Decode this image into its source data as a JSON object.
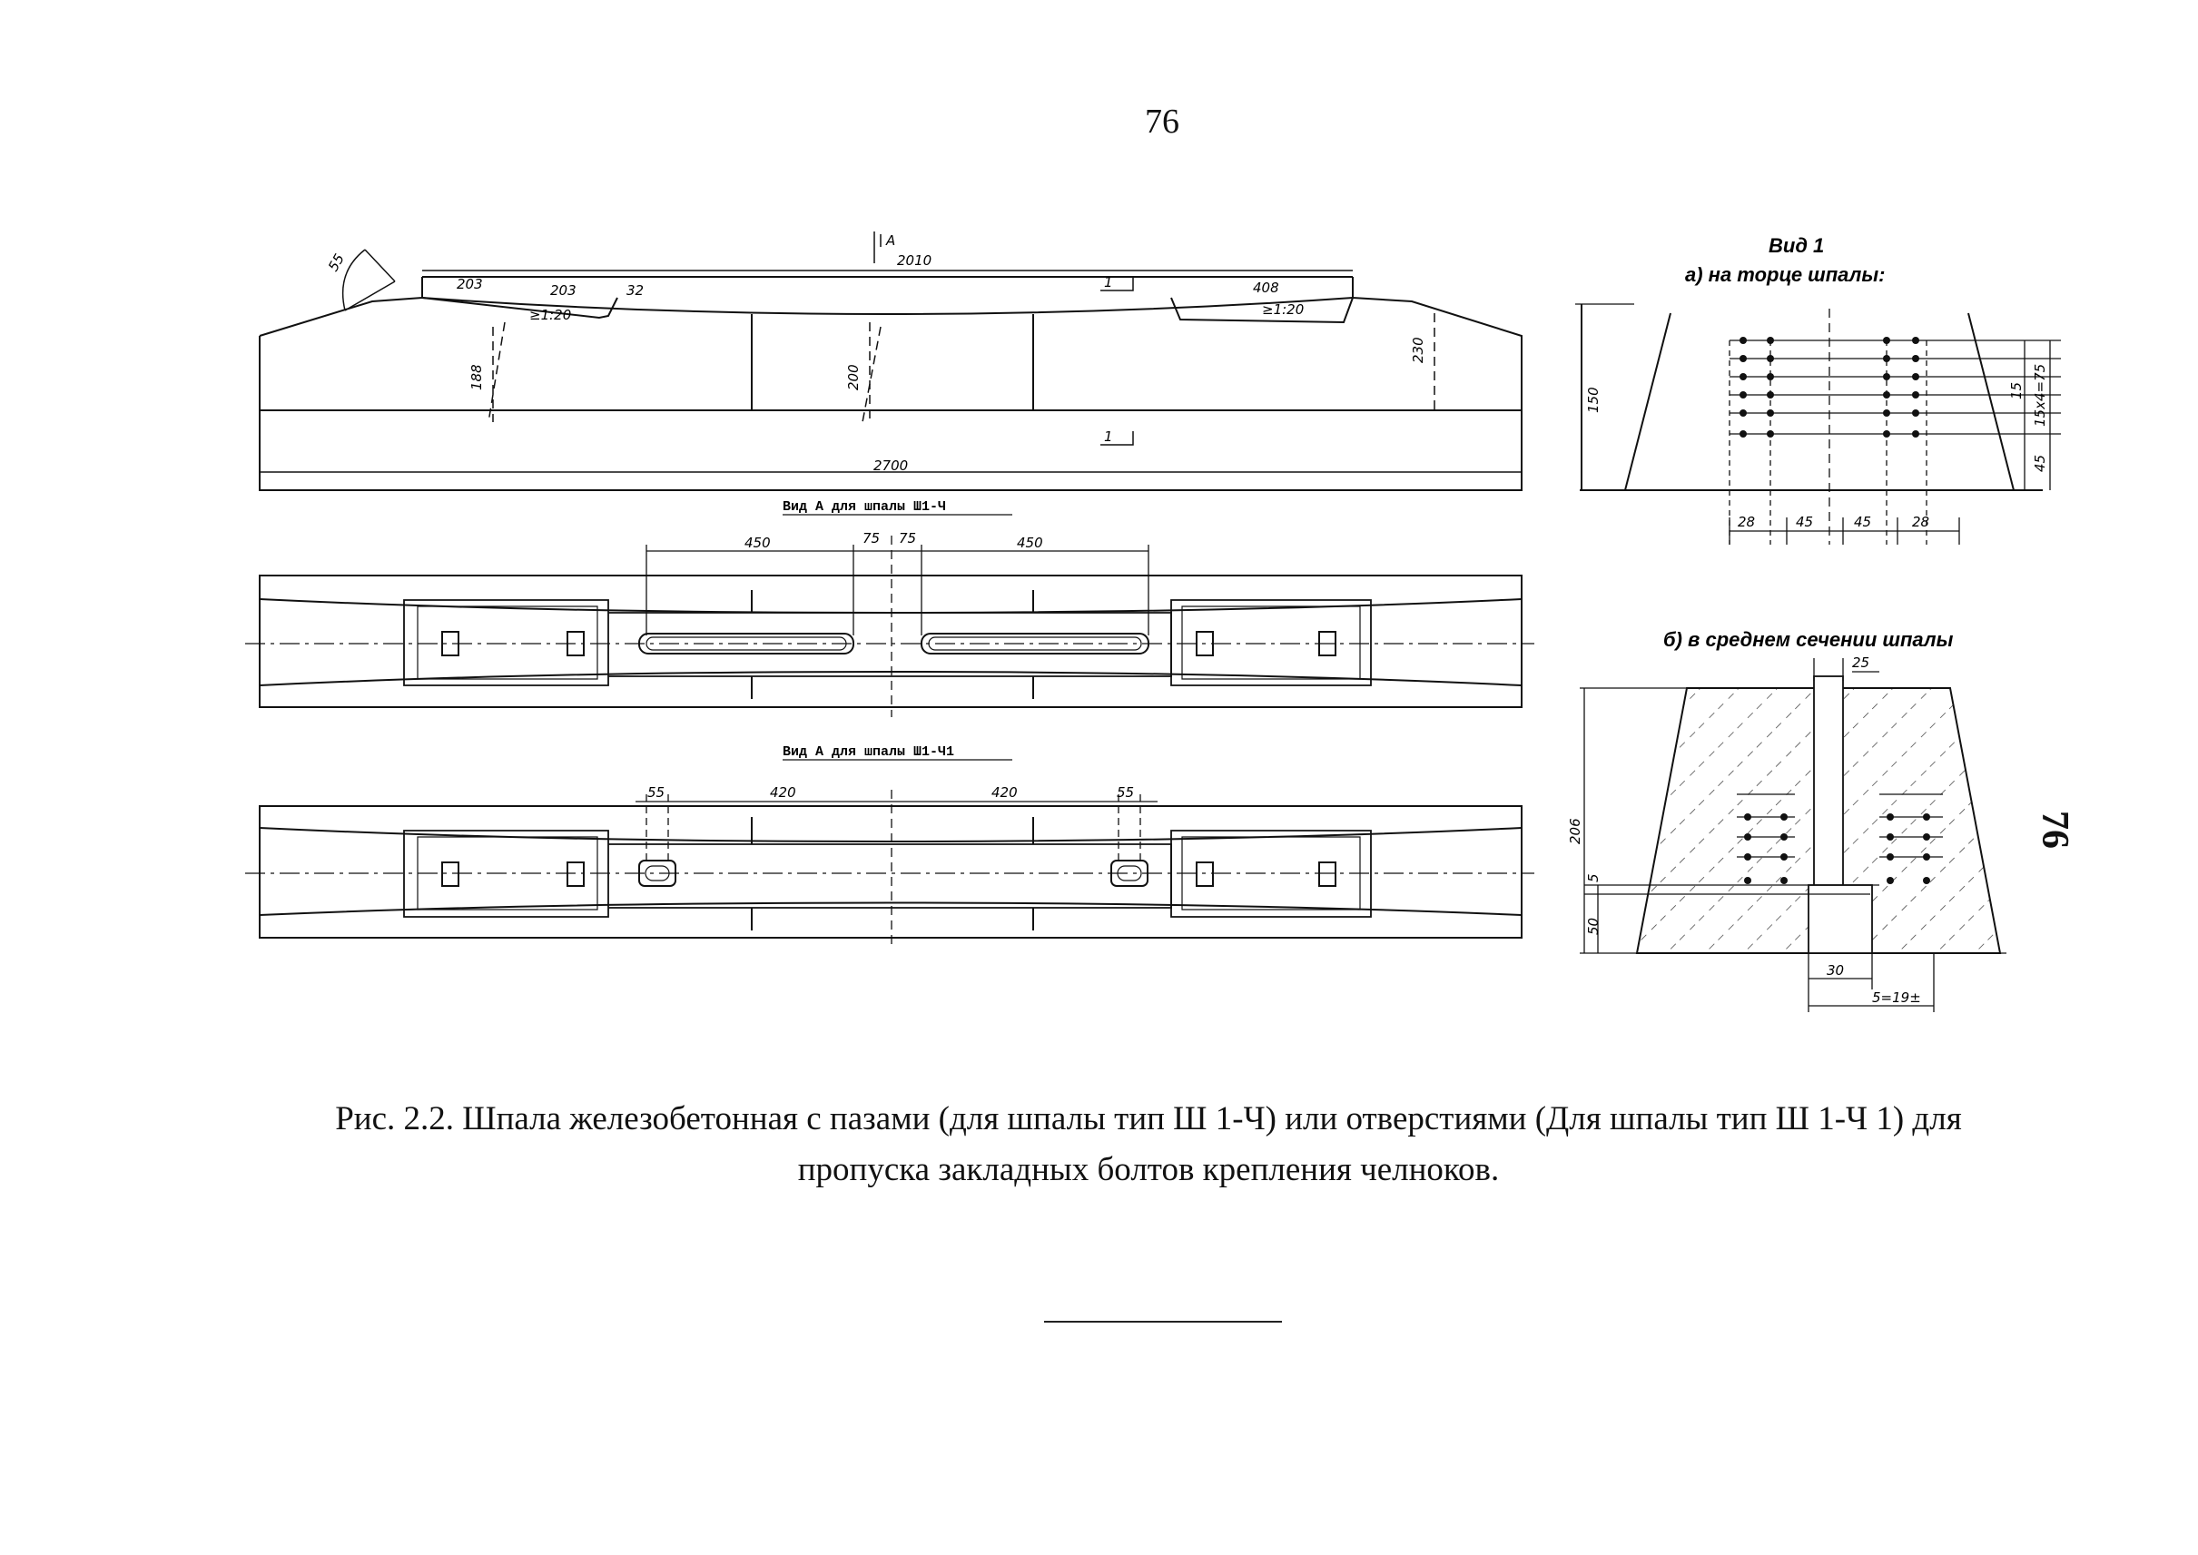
{
  "page": {
    "number": "76",
    "side_number": "76"
  },
  "figure": {
    "main_labels": {
      "section_a": "A",
      "length_top": "2010",
      "d203a": "203",
      "d203b": "203",
      "d32": "32",
      "d408": "408",
      "slope_left": "≥1:20",
      "slope_right": "≥1:20",
      "section1_top": "1",
      "section1_bottom": "1",
      "d55": "55",
      "h188": "188",
      "h200": "200",
      "h230": "230",
      "total_length": "2700"
    },
    "view_a1": {
      "title": "Вид А для шпалы Ш1-Ч",
      "d450a": "450",
      "d75a": "75",
      "d75b": "75",
      "d450b": "450"
    },
    "view_a2": {
      "title": "Вид А для шпалы Ш1-Ч1",
      "d55a": "55",
      "d420a": "420",
      "d420b": "420",
      "d55b": "55"
    },
    "view1": {
      "title": "Вид 1",
      "subtitle_a": "а) на торце шпалы:",
      "h150": "150",
      "d15x4": "15x4=75",
      "d15": "15",
      "d45v": "45",
      "b28a": "28",
      "b45a": "45",
      "b45b": "45",
      "b28b": "28"
    },
    "view1b": {
      "subtitle_b": "б) в среднем сечении шпалы",
      "d25": "25",
      "h206": "206",
      "d5": "5",
      "d50": "50",
      "d30": "30",
      "d_bottom": "5=19±"
    }
  },
  "caption": {
    "line1": "Рис. 2.2. Шпала железобетонная с пазами (для шпалы тип Ш 1-Ч) или отверстиями (Для шпалы тип Ш 1-Ч 1) для",
    "line2": "пропуска закладных болтов крепления челноков."
  }
}
